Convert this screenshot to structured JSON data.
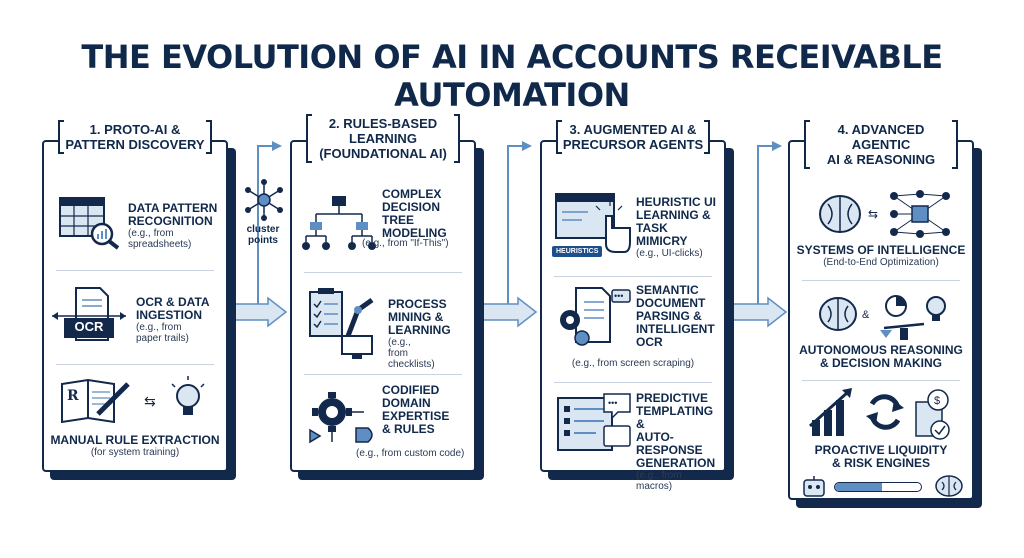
{
  "title": "THE EVOLUTION OF AI IN ACCOUNTS RECEIVABLE AUTOMATION",
  "colors": {
    "navy": "#13294b",
    "accent": "#5f8ec2",
    "light": "#dbe6f3"
  },
  "connector": {
    "label": "cluster\npoints",
    "icon": "cluster-network-icon"
  },
  "columns": [
    {
      "heading": "1. PROTO-AI &\nPATTERN DISCOVERY",
      "items": [
        {
          "title": "DATA PATTERN\nRECOGNITION",
          "sub": "(e.g., from\nspreadsheets)",
          "icon": "spreadsheet-magnifier-icon"
        },
        {
          "title": "OCR & DATA\nINGESTION",
          "sub": "(e.g., from\npaper trails)",
          "icon": "ocr-document-icon",
          "badge": "OCR"
        },
        {
          "title": "MANUAL RULE EXTRACTION",
          "sub": "(for system training)",
          "icon": "book-pen-lightbulb-icon"
        }
      ]
    },
    {
      "heading": "2. RULES-BASED\nLEARNING\n(FOUNDATIONAL AI)",
      "items": [
        {
          "title": "COMPLEX\nDECISION TREE\nMODELING",
          "sub": "(e.g., from \"If-This\")",
          "icon": "decision-tree-icon"
        },
        {
          "title": "PROCESS\nMINING &\nLEARNING",
          "sub": "(e.g.,\nfrom\nchecklists)",
          "icon": "checklist-robot-arm-icon"
        },
        {
          "title": "CODIFIED\nDOMAIN\nEXPERTISE\n& RULES",
          "sub": "(e.g., from custom code)",
          "icon": "gear-logic-gates-icon"
        }
      ]
    },
    {
      "heading": "3. AUGMENTED AI &\nPRECURSOR AGENTS",
      "items": [
        {
          "title": "HEURISTIC UI\nLEARNING &\nTASK MIMICRY",
          "sub": "(e.g., UI-clicks)",
          "icon": "ui-cursor-hand-icon",
          "badge": "HEURISTICS"
        },
        {
          "title": "SEMANTIC\nDOCUMENT\nPARSING &\nINTELLIGENT\nOCR",
          "sub": "(e.g., from screen scraping)",
          "icon": "document-gears-icon"
        },
        {
          "title": "PREDICTIVE\nTEMPLATING &\nAUTO-RESPONSE\nGENERATION",
          "sub": "(e.g., from macros)",
          "icon": "template-chat-icon"
        }
      ]
    },
    {
      "heading": "4. ADVANCED AGENTIC\nAI & REASONING",
      "items": [
        {
          "title": "SYSTEMS OF INTELLIGENCE",
          "sub": "(End-to-End Optimization)",
          "icon": "brain-neural-network-icon"
        },
        {
          "title": "AUTONOMOUS REASONING\n& DECISION MAKING",
          "sub": "",
          "icon": "brain-scales-lightbulb-icon"
        },
        {
          "title": "PROACTIVE LIQUIDITY\n& RISK ENGINES",
          "sub": "",
          "icon": "growth-chart-cycle-icon"
        }
      ],
      "progress": 0.55
    }
  ]
}
